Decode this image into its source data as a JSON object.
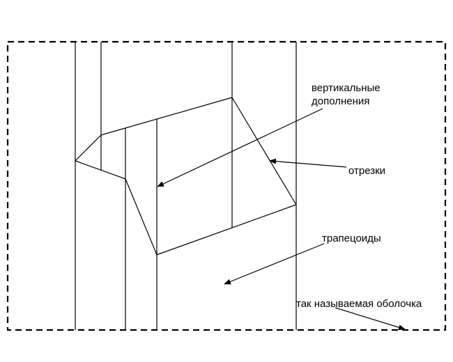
{
  "labels": {
    "vertical_extensions_line1": "вертикальные",
    "vertical_extensions_line2": "дополнения",
    "segments": "отрезки",
    "trapezoids": "трапецоиды",
    "bounding_box": "так называемая оболочка"
  },
  "colors": {
    "stroke": "#000000",
    "background": "#ffffff"
  }
}
